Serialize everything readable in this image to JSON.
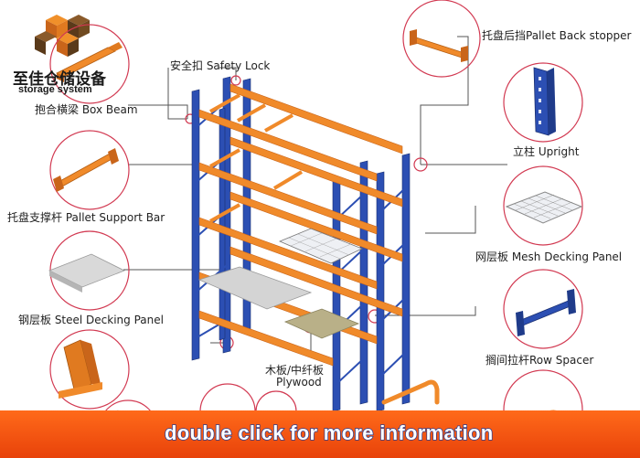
{
  "logo": {
    "brand_cn": "至佳仓储设备",
    "brand_en": "storage system"
  },
  "labels": {
    "safety_lock": "安全扣 Safety Lock",
    "box_beam": "抱合横梁 Box Beam",
    "pallet_back_stopper": "托盘后挡Pallet Back stopper",
    "upright": "立柱 Upright",
    "pallet_support_bar": "托盘支撑杆 Pallet Support Bar",
    "mesh_decking_panel": "网层板 Mesh Decking Panel",
    "steel_decking_panel": "钢层板 Steel Decking Panel",
    "row_spacer": "搁间拉杆Row Spacer",
    "plywood_cn": "木板/中纤板",
    "plywood_en": "Plywood"
  },
  "banner": {
    "text": "double click for more information"
  },
  "colors": {
    "upright": "#2c4fb3",
    "beam": "#f08a2a",
    "banner": "#ff5a10",
    "circle": "#e0405a"
  }
}
